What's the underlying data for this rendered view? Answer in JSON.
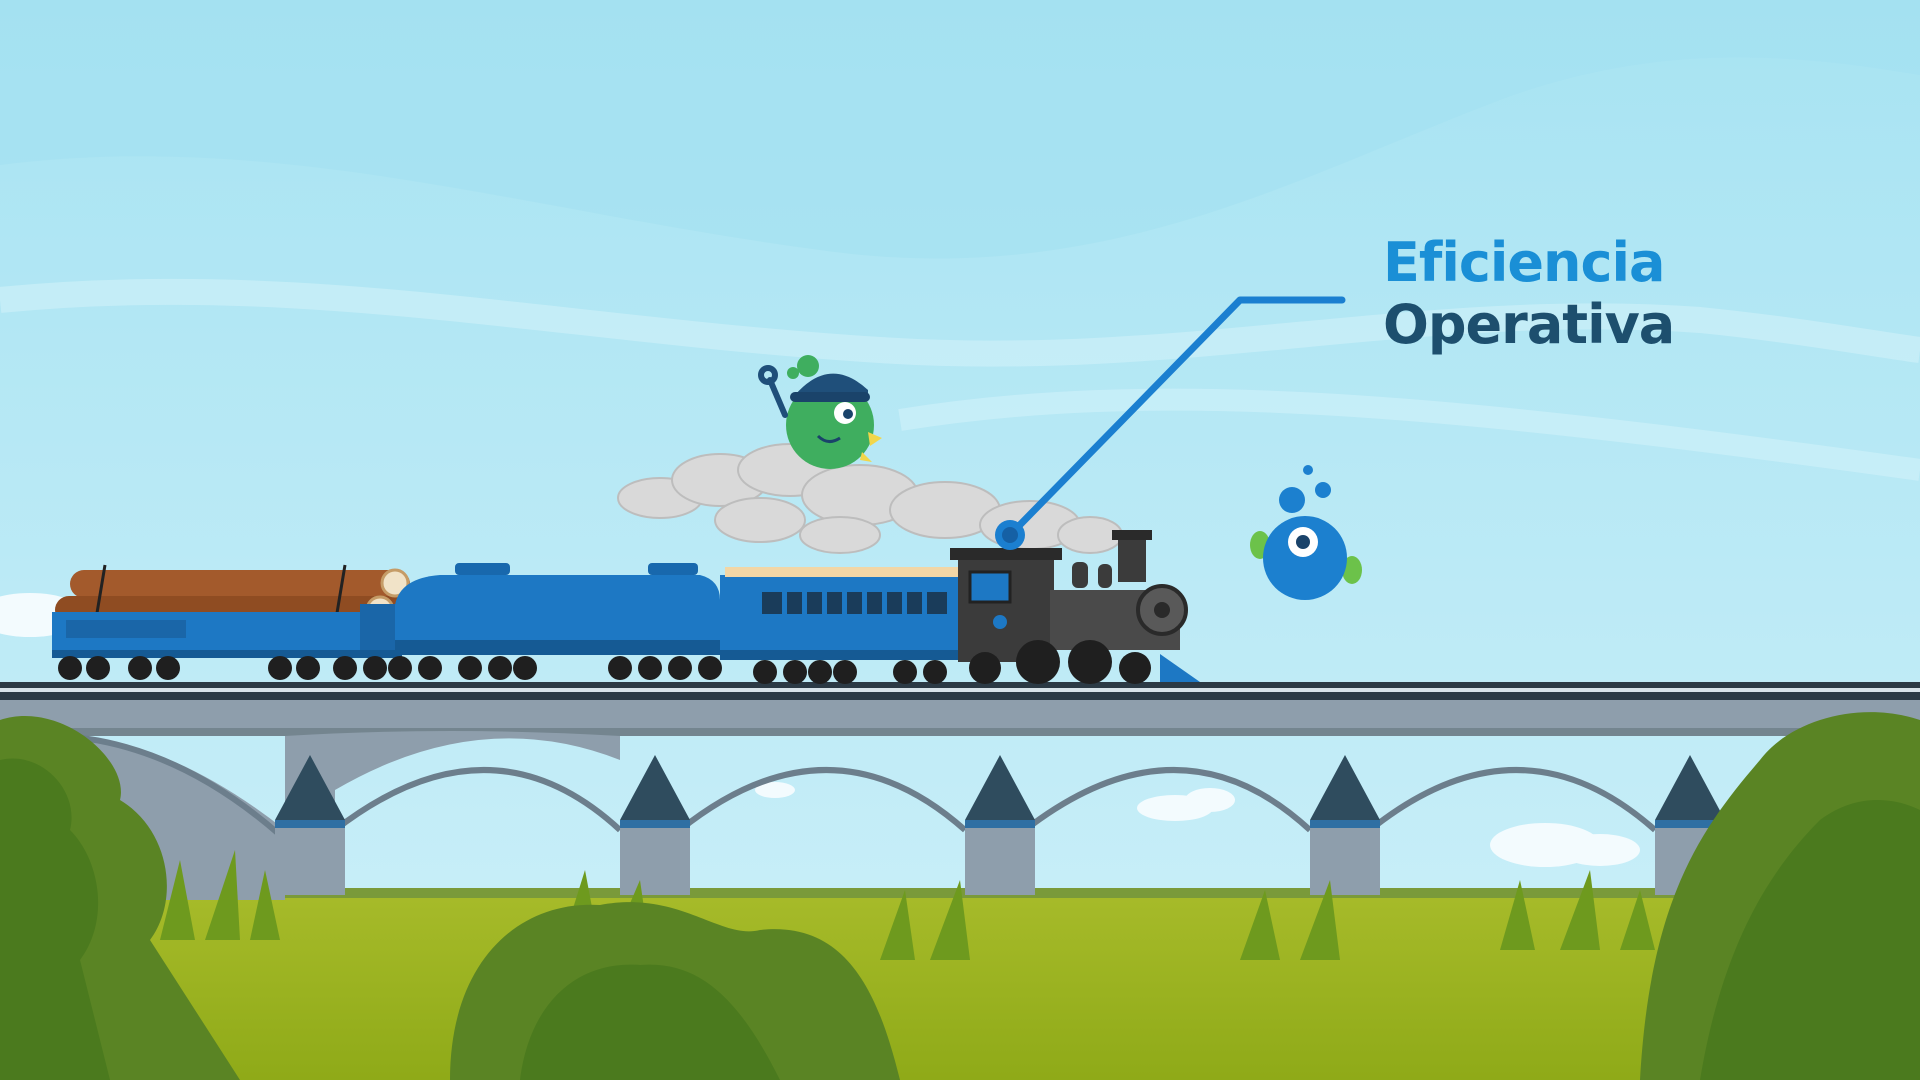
{
  "headline": {
    "line1": "Eficiencia",
    "line2": "Operativa"
  },
  "colors": {
    "sky_top": "#a9e4f3",
    "sky_bottom": "#c6eef8",
    "headline_line1": "#1a8fd6",
    "headline_line2": "#1d4f6e",
    "callout_line": "#1b7fd0",
    "train_blue": "#1d78c4",
    "locomotive": "#3b3b3b",
    "bridge": "#8fa0ae",
    "bush": "#5a8424",
    "meadow": "#9bb51c",
    "logs": "#a35a2c",
    "mascot_green": "#3fae5f",
    "mascot_blue": "#1c80cf"
  },
  "characters": [
    "mechanic-mascot",
    "bubble-mascot"
  ]
}
